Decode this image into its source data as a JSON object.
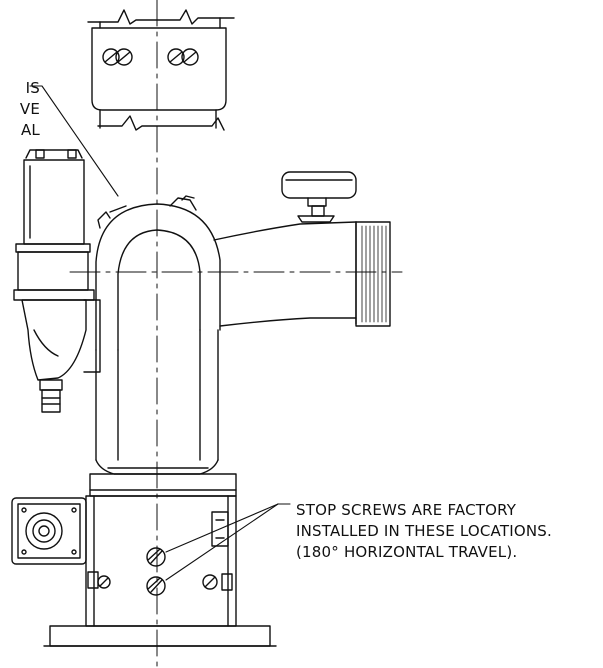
{
  "callouts": {
    "left_partial": {
      "lines": [
        "IS",
        "VE",
        "AL"
      ]
    },
    "stop_screws": {
      "lines": [
        "STOP SCREWS ARE FACTORY",
        "INSTALLED IN THESE LOCATIONS.",
        "(180° HORIZONTAL TRAVEL)."
      ]
    }
  },
  "colors": {
    "line": "#111111",
    "background": "#ffffff"
  }
}
